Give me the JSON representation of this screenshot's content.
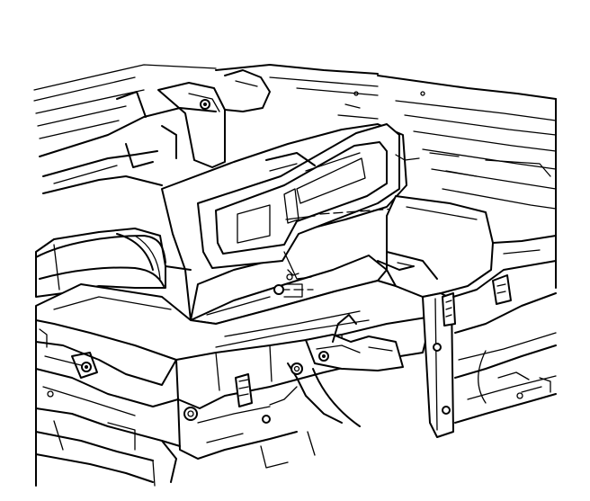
{
  "figure": {
    "subject": "instrument-panel-carrier-exploded-view",
    "line_color": "#000000",
    "background_color": "#ffffff",
    "callouts": [
      {
        "id": "upper-fastener",
        "icon": "screw-icon"
      },
      {
        "id": "lower-fastener",
        "icon": "screw-icon"
      }
    ]
  }
}
